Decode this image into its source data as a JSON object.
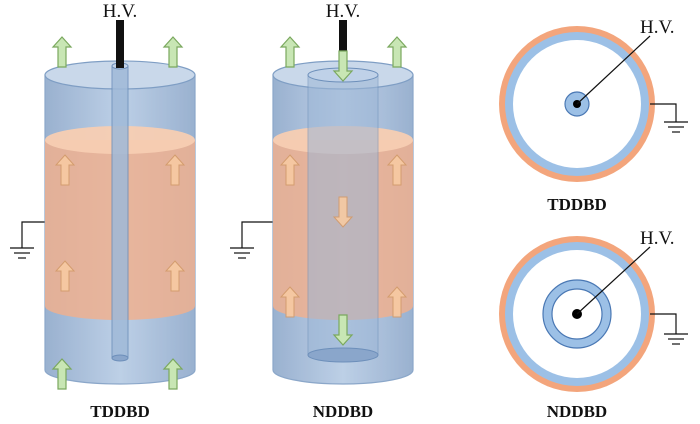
{
  "labels": {
    "hv": "H.V.",
    "tddbd": "TDDBD",
    "nddbd": "NDDBD"
  },
  "colors": {
    "tube_fill": "#a8c0dc",
    "tube_edge": "#7f9ec4",
    "plasma": "#f2b08c",
    "electrode_layer": "#f3a57c",
    "dielectric_ring": "#9cc0e6",
    "dielectric_edge": "#4a78b4",
    "arrow_green": "#c8e6b4",
    "arrow_green_edge": "#7aa85e",
    "arrow_orange": "#f7caa2",
    "arrow_orange_edge": "#d29a6a",
    "wire": "#111111"
  }
}
